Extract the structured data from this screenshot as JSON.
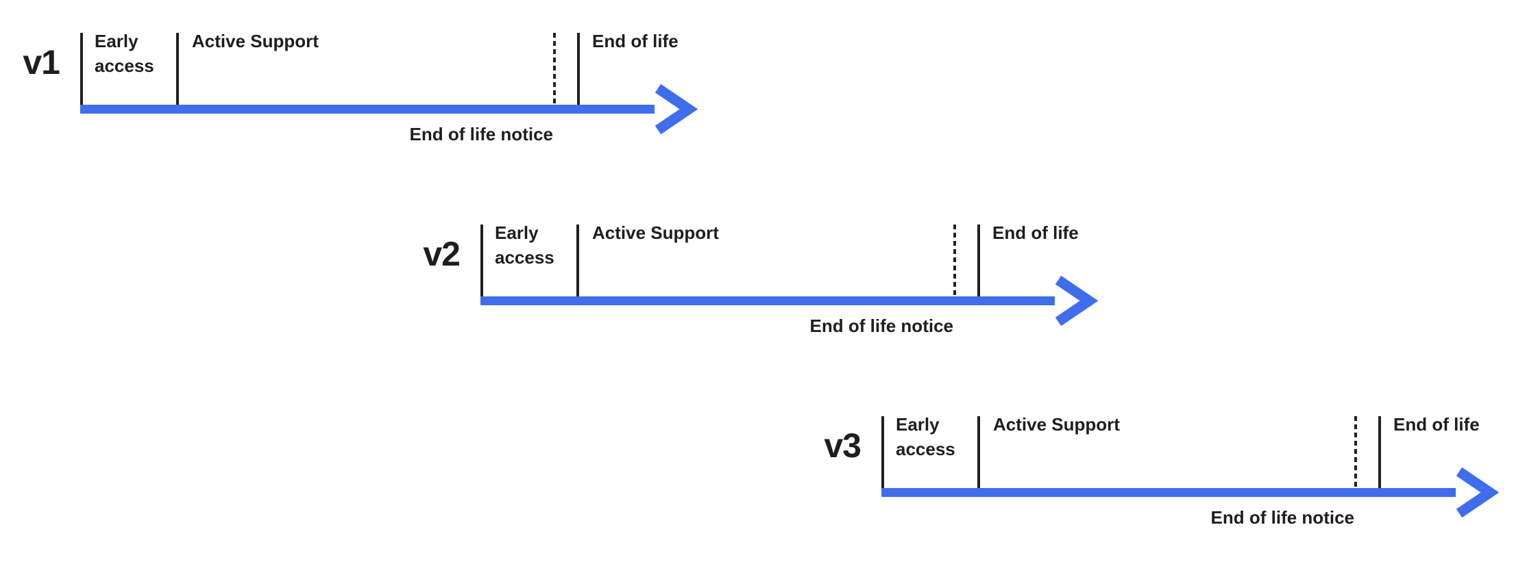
{
  "diagram_title": "version-lifecycle-timelines",
  "rows": [
    {
      "version": "v1",
      "phases": {
        "early_access": "Early access",
        "active_support": "Active Support",
        "end_of_life": "End of life",
        "end_of_life_notice": "End of life notice"
      }
    },
    {
      "version": "v2",
      "phases": {
        "early_access": "Early access",
        "active_support": "Active Support",
        "end_of_life": "End of life",
        "end_of_life_notice": "End of life notice"
      }
    },
    {
      "version": "v3",
      "phases": {
        "early_access": "Early access",
        "active_support": "Active Support",
        "end_of_life": "End of life",
        "end_of_life_notice": "End of life notice"
      }
    }
  ],
  "colors": {
    "arrow_blue": "#3E6DF0",
    "tick_black": "#202020",
    "text": "#1E1E1E",
    "background": "#FFFFFF"
  }
}
